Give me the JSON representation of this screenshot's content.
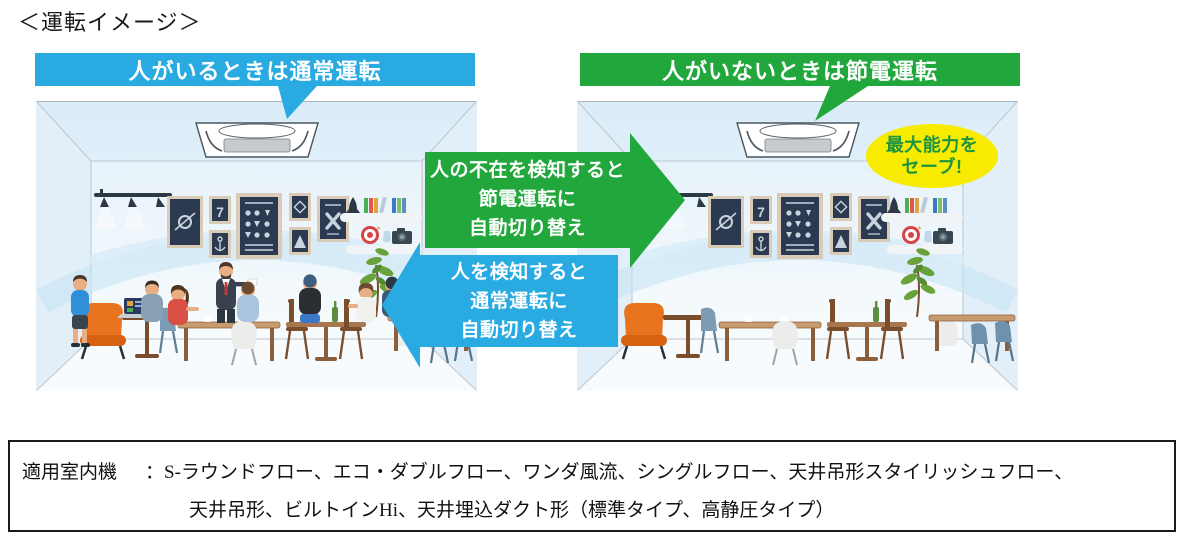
{
  "page": {
    "title": "＜運転イメージ＞"
  },
  "banners": {
    "normal": {
      "label": "人がいるときは通常運転",
      "color": "#29ABE2"
    },
    "saving": {
      "label": "人がいないときは節電運転",
      "color": "#22A73C"
    }
  },
  "arrows": {
    "to_saving": {
      "lines": [
        "人の不在を検知すると",
        "節電運転に",
        "自動切り替え"
      ],
      "color": "#22A73C",
      "direction": "right"
    },
    "to_normal": {
      "lines": [
        "人を検知すると",
        "通常運転に",
        "自動切り替え"
      ],
      "color": "#29ABE2",
      "direction": "left"
    }
  },
  "badge": {
    "lines": [
      "最大能力を",
      "セーブ!"
    ],
    "bg_color": "#F7EC00",
    "text_color": "#1D9440"
  },
  "footer": {
    "label": "適用室内機",
    "separator": "：",
    "line1": "S-ラウンドフロー、エコ・ダブルフロー、ワンダ風流、シングルフロー、天井吊形スタイリッシュフロー、",
    "line2": "天井吊形、ビルトインHi、天井埋込ダクト形（標準タイプ、高静圧タイプ）"
  },
  "scenes": {
    "left": "room with ceiling cassette air conditioner and people",
    "right": "same room empty (no people)"
  }
}
